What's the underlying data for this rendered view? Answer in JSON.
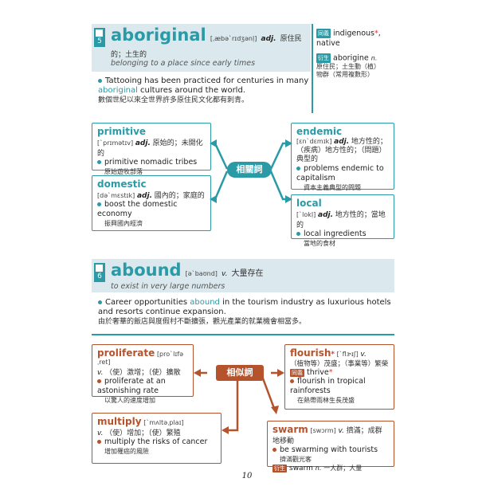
{
  "entry1": {
    "number": "5",
    "word": "aboriginal",
    "ipa": "[ˌæbəˋrɪdʒənḷ]",
    "pos": "adj.",
    "zh": "原住民的；土生的",
    "definition": "belonging to a place since early times",
    "example_pre": "Tattooing has been practiced for centuries in many ",
    "example_word": "aboriginal",
    "example_post": " cultures around the world.",
    "example_zh": "數個世紀以來全世界許多原住民文化都有刺青。",
    "side": {
      "syn_tag": "同義",
      "syn": "indigenous",
      "syn_star": "*",
      "syn2": ", native",
      "der_tag": "衍生",
      "der_word": "aborigine",
      "der_pos": "n.",
      "der_zh1": "原住民；土生動（植）",
      "der_zh2": "物群（常用複數形）"
    },
    "hub": "相關詞",
    "related": [
      {
        "word": "primitive",
        "ipa": "[ˋprɪmətɪv]",
        "pos": "adj.",
        "zh": "原始的；未開化的",
        "ex": "primitive nomadic tribes",
        "ex_zh": "原始遊牧部落"
      },
      {
        "word": "domestic",
        "ipa": "[dəˋmɛstɪk]",
        "pos": "adj.",
        "zh": "國內的；家庭的",
        "ex": "boost the domestic economy",
        "ex_zh": "振興國內經濟"
      },
      {
        "word": "endemic",
        "ipa": "[ɛnˋdɛmɪk]",
        "pos": "adj.",
        "zh": "地方性的；（疾病）地方性的；（問題）典型的",
        "ex": "problems endemic to capitalism",
        "ex_zh": "資本主義典型的問題"
      },
      {
        "word": "local",
        "ipa": "[ˋlokḷ]",
        "pos": "adj.",
        "zh": "地方性的；當地的",
        "ex": "local ingredients",
        "ex_zh": "當地的食材"
      }
    ]
  },
  "entry2": {
    "number": "6",
    "word": "abound",
    "ipa": "[əˋbaʊnd]",
    "pos": "v.",
    "zh": "大量存在",
    "definition": "to exist in very large numbers",
    "example_pre": "Career opportunities ",
    "example_word": "abound",
    "example_post": " in the tourism industry as luxurious hotels and resorts continue expansion.",
    "example_zh": "由於奢華的飯店與度假村不斷擴張，觀光產業的就業機會相當多。",
    "hub": "相似詞",
    "related": [
      {
        "word": "proliferate",
        "ipa": "[proˋlɪfəˌret]",
        "pos": "v.",
        "zh": "（使）激增；（使）擴散",
        "ex": "proliferate at an astonishing rate",
        "ex_zh": "以驚人的速度增加"
      },
      {
        "word": "multiply",
        "ipa": "[ˋmʌltəˌplaɪ]",
        "pos": "v.",
        "zh": "（使）增加；（使）繁殖",
        "ex": "multiply the risks of cancer",
        "ex_zh": "增加罹癌的風險"
      },
      {
        "word": "flourish",
        "star": "*",
        "ipa": "[ˋflɝɪʃ]",
        "pos": "v.",
        "zh": "（植物等）茂盛；（事業等）繁榮",
        "syn_tag": "同義",
        "syn": "thrive",
        "syn_star": "*",
        "ex": "flourish in tropical rainforests",
        "ex_zh": "在熱帶雨林生長茂盛"
      },
      {
        "word": "swarm",
        "ipa": "[swɔrm]",
        "pos": "v.",
        "zh": "擠滿；成群地移動",
        "ex": "be swarming with tourists",
        "ex_zh": "擠滿觀光客",
        "der_tag": "衍生",
        "der_word": "swarm",
        "der_pos": "n.",
        "der_zh": "一大群；大量"
      }
    ]
  },
  "page_number": "10",
  "colors": {
    "teal": "#2a9aa6",
    "brown": "#b5532c",
    "headbg": "#dbe9ee",
    "hubteal": "#2a9aa6",
    "hubbrown": "#b5532c"
  }
}
